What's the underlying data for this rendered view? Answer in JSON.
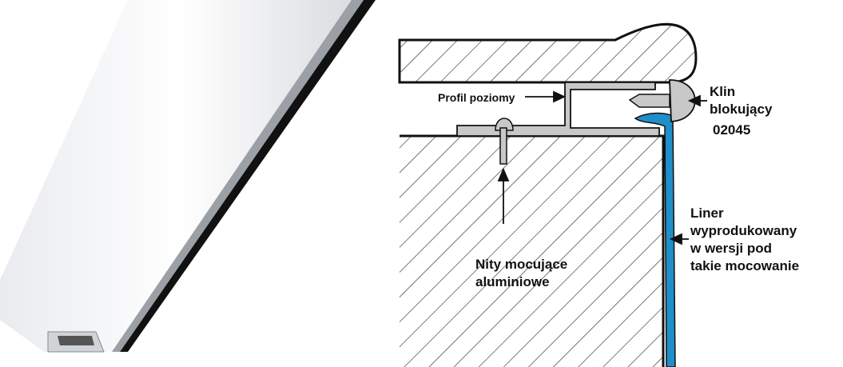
{
  "labels": {
    "profile": "Profil poziomy",
    "wedge_line1": "Klin",
    "wedge_line2": "blokujący",
    "wedge_code": "02045",
    "rivets_line1": "Nity mocujące",
    "rivets_line2": "aluminiowe",
    "liner_line1": "Liner",
    "liner_line2": "wyprodukowany",
    "liner_line3": "w wersji pod",
    "liner_line4": "takie mocowanie"
  },
  "colors": {
    "liner": "#1e8fc8",
    "profile": "#c8c8c8",
    "outline": "#111111"
  }
}
